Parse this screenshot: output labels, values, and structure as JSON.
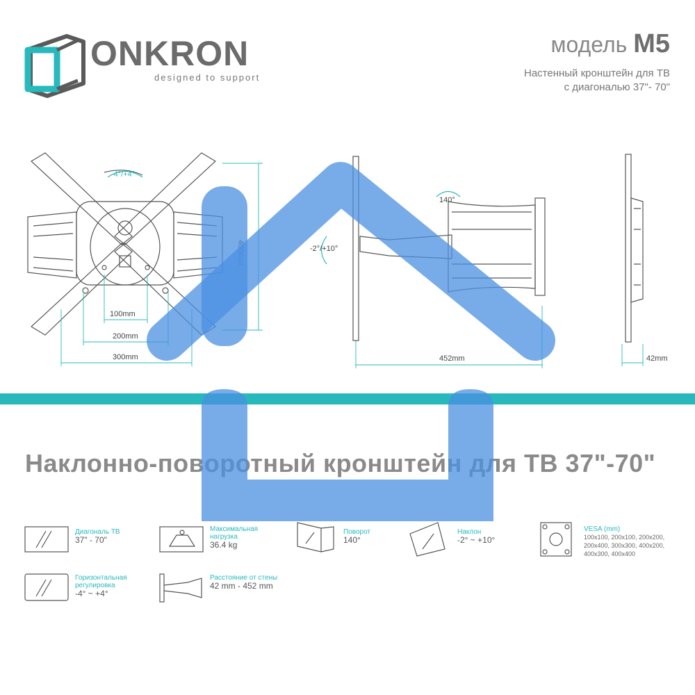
{
  "brand": {
    "name": "ONKRON",
    "tagline": "designed to support"
  },
  "model": {
    "prefix": "модель",
    "code": "M5",
    "subtitle_line1": "Настенный кронштейн для ТВ",
    "subtitle_line2": "с диагональю 37\"- 70\""
  },
  "front_view": {
    "rotation_label": "-4°/+4°",
    "dim_100": "100mm",
    "dim_200": "200mm",
    "dim_300": "300mm",
    "dim_400": "400mm"
  },
  "side_view": {
    "swivel_label": "140°",
    "tilt_label": "-2°/+10°",
    "dim_452": "452mm"
  },
  "profile_view": {
    "dim_42": "42mm"
  },
  "headline": "Наклонно-поворотный кронштейн для ТВ 37\"-70\"",
  "specs": [
    {
      "label": "Диагональ ТВ",
      "value": "37\" - 70\""
    },
    {
      "label": "Максимальная нагрузка",
      "value": "36.4 kg"
    },
    {
      "label": "Поворот",
      "value": "140°"
    },
    {
      "label": "Наклон",
      "value": "-2° ~ +10°"
    },
    {
      "label": "VESA (mm)",
      "value": "100x100, 200x100, 200x200, 200x400, 300x300, 400x200, 400x300, 400x400"
    },
    {
      "label": "Горизонтальная регулировка",
      "value": "-4° ~ +4°"
    },
    {
      "label": "Расстояние от стены",
      "value": "42 mm - 452 mm"
    }
  ],
  "colors": {
    "accent": "#28b9bd",
    "overlay": "#4a90e2",
    "text_gray": "#8a8a8a"
  }
}
